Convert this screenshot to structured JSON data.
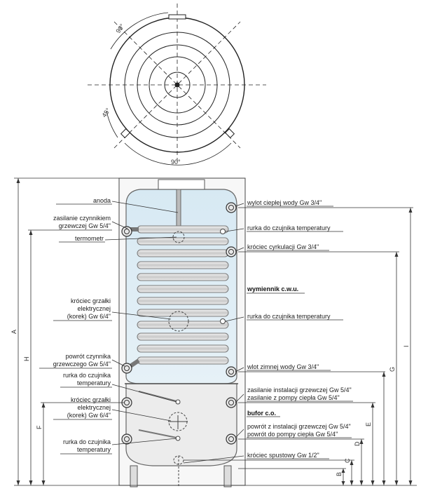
{
  "top_view": {
    "angle_top": "90°",
    "angle_side": "45°",
    "angle_bottom": "90°"
  },
  "labels_left": {
    "anoda": "anoda",
    "zasilanie_1": "zasilanie czynnikiem",
    "zasilanie_2": "grzewczej Gw 5/4\"",
    "termometr": "termometr",
    "krociec_grzalki_1a": "króciec grzałki",
    "krociec_grzalki_1b": "elektrycznej",
    "krociec_grzalki_1c": "(korek) Gw 6/4\"",
    "powrot_1": "powrót czynnika",
    "powrot_2": "grzewczego Gw 5/4\"",
    "rurka_1a": "rurka do czujnika",
    "rurka_1b": "temperatury",
    "krociec_grzalki_2a": "króciec grzałki",
    "krociec_grzalki_2b": "elektrycznej",
    "krociec_grzalki_2c": "(korek) Gw 6/4\"",
    "rurka_2a": "rurka do czujnika",
    "rurka_2b": "temperatury"
  },
  "labels_right": {
    "wylot": "wylot ciepłej wody Gw 3/4\"",
    "rurka_top": "rurka do czujnika temperatury",
    "cyrkulacja": "króciec cyrkulacji Gw 3/4\"",
    "wymiennik": "wymiennik c.w.u.",
    "rurka_mid": "rurka do czujnika temperatury",
    "wlot": "wlot zimnej wody Gw 3/4\"",
    "zasilanie_inst": "zasilanie instalacji grzewczej Gw 5/4\"",
    "zasilanie_pompy": "zasilanie z pompy ciepła Gw 5/4\"",
    "bufor": "bufor c.o.",
    "powrot_inst": "powrót z instalacji grzewczej Gw 5/4\"",
    "powrot_pompy": "powrót do pompy ciepła Gw 5/4\"",
    "spustowy": "króciec spustowy Gw 1/2\""
  },
  "dimensions": {
    "A": "A",
    "H": "H",
    "F": "F",
    "I": "I",
    "G": "G",
    "E": "E",
    "D": "D",
    "C": "C",
    "B": "B"
  }
}
